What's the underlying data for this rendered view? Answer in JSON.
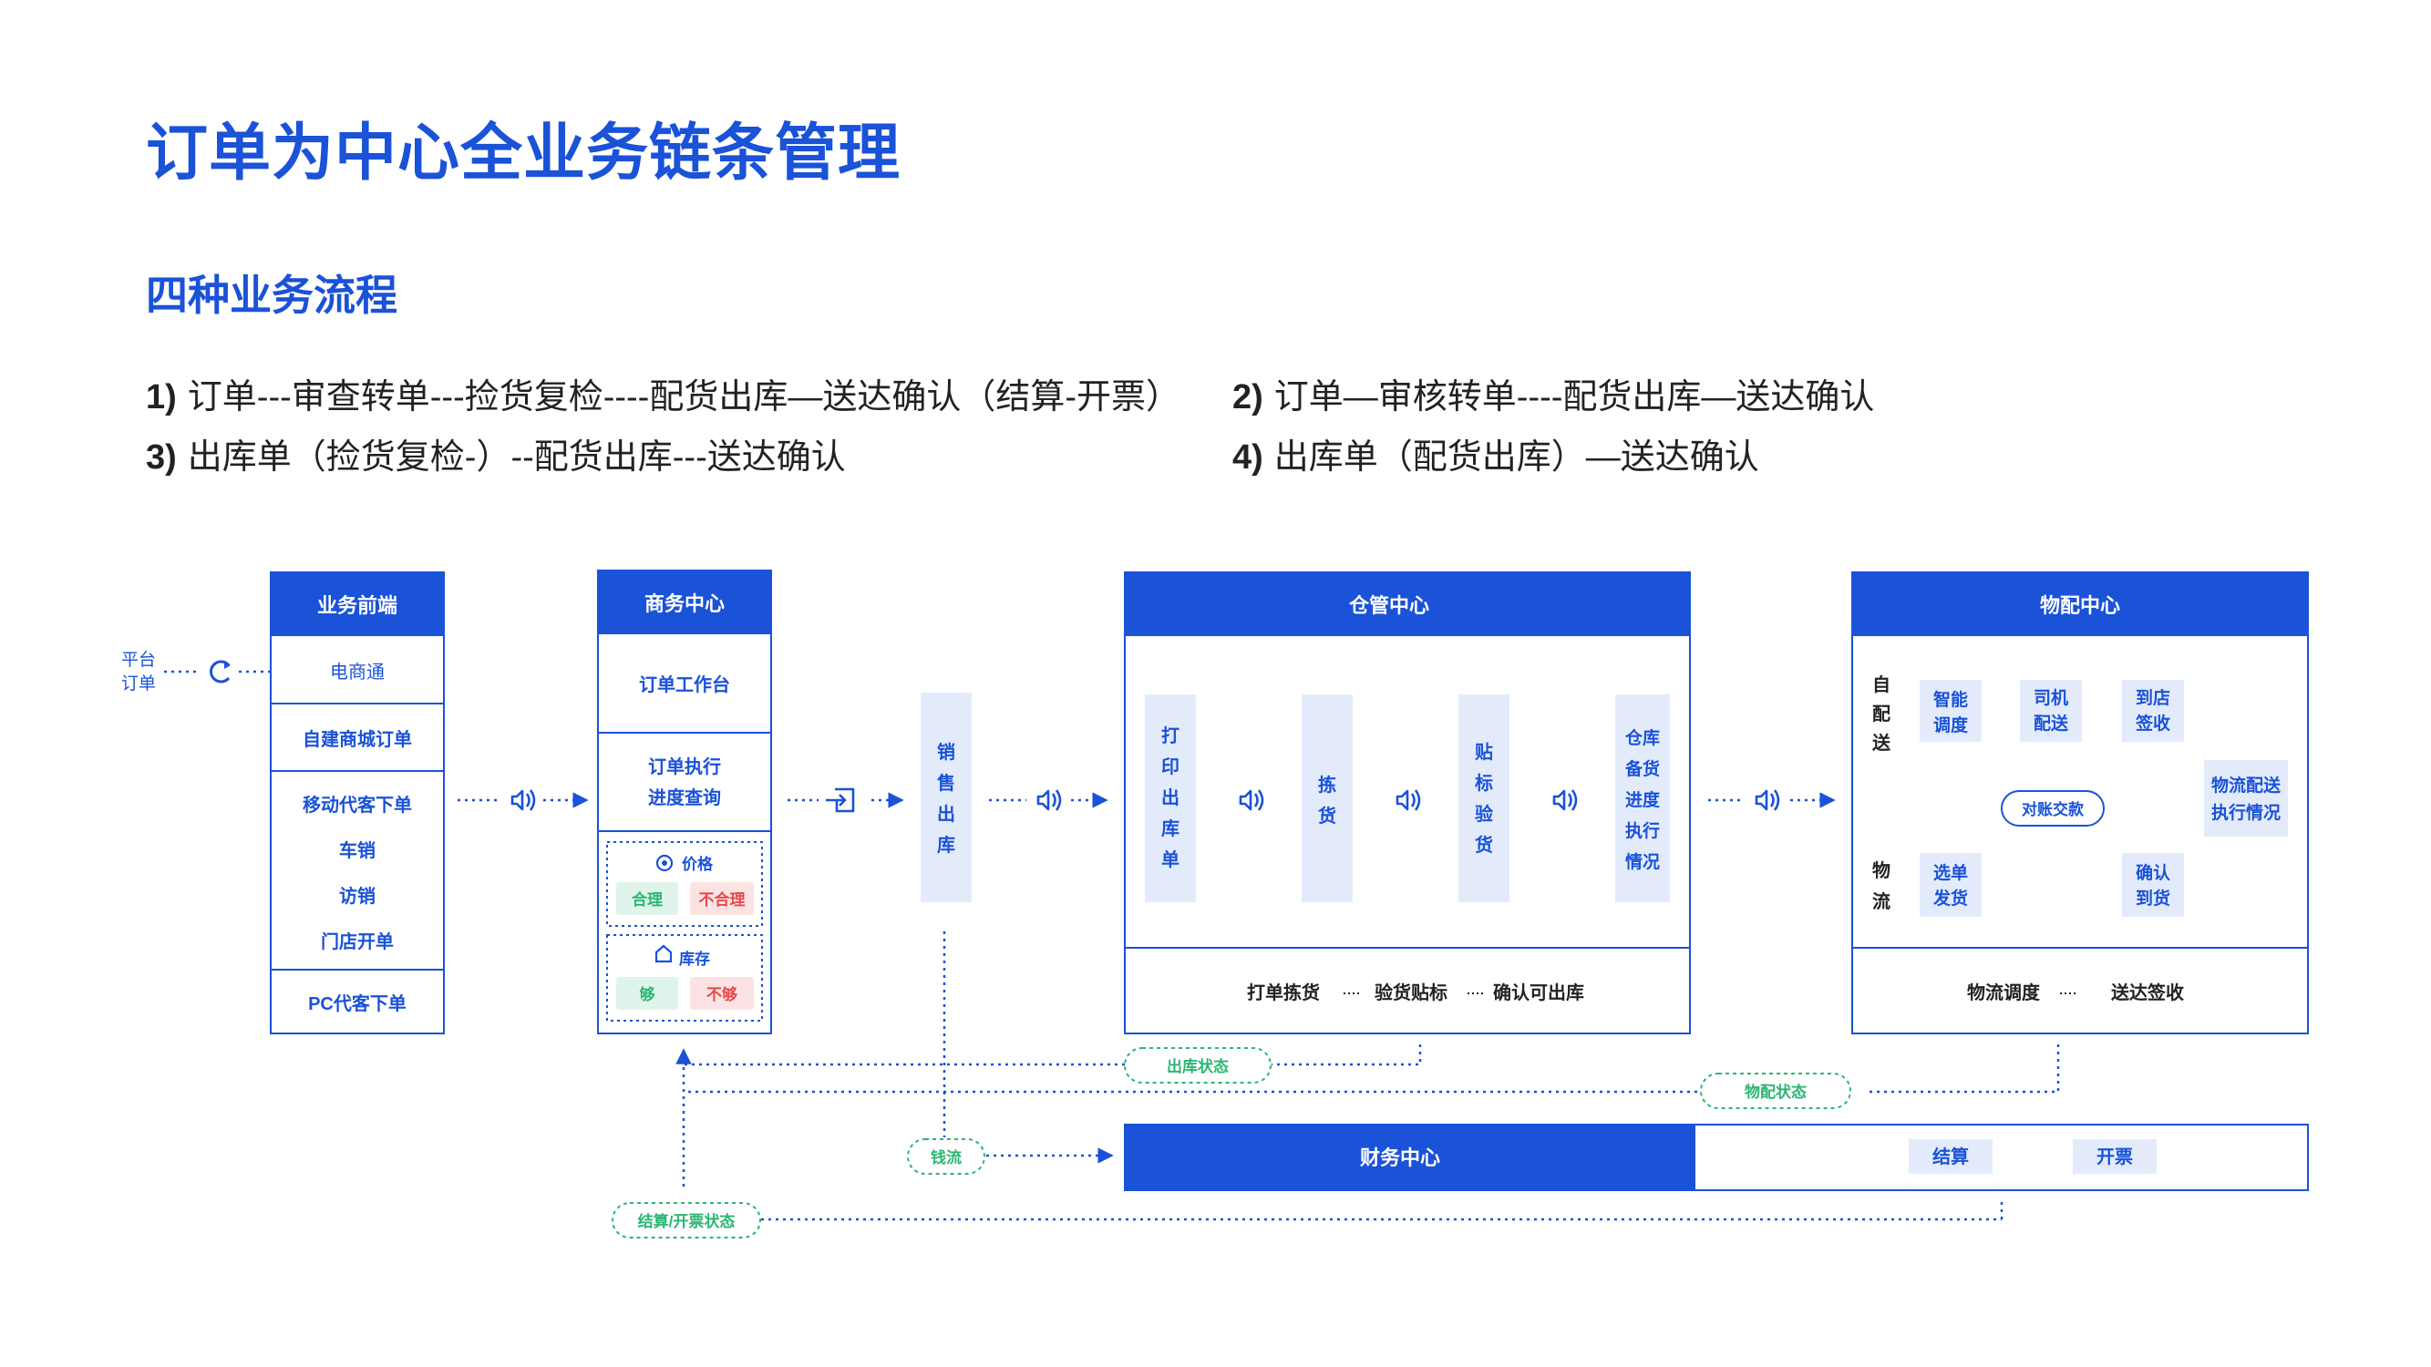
{
  "title": "订单为中心全业务链条管理",
  "subtitle": "四种业务流程",
  "flows": [
    {
      "num": "1)",
      "text": "订单---审查转单---捡货复检----配货出库—送达确认（结算-开票）"
    },
    {
      "num": "2)",
      "text": "订单—审核转单----配货出库—送达确认"
    },
    {
      "num": "3)",
      "text": "出库单（捡货复检-）--配货出库---送达确认"
    },
    {
      "num": "4)",
      "text": "出库单（配货出库）—送达确认"
    }
  ],
  "colors": {
    "primary": "#1a52d8",
    "light": "#e3ebfb",
    "green": "#2bb673",
    "greenBg": "#dff4ea",
    "red": "#e54848",
    "redBg": "#fbe3e3",
    "text": "#222222"
  },
  "diagram": {
    "platform": {
      "line1": "平台",
      "line2": "订单",
      "icon": "refresh-icon"
    },
    "business_front": {
      "header": "业务前端",
      "ecommerce": "电商通",
      "self_mall": "自建商城订单",
      "mobile": [
        "移动代客下单",
        "车销",
        "访销",
        "门店开单"
      ],
      "pc": "PC代客下单"
    },
    "commerce": {
      "header": "商务中心",
      "workbench": "订单工作台",
      "exec_line1": "订单执行",
      "exec_line2": "进度查询",
      "price": {
        "label": "价格",
        "ok": "合理",
        "bad": "不合理",
        "icon": "target-icon"
      },
      "stock": {
        "label": "库存",
        "ok": "够",
        "bad": "不够",
        "icon": "house-icon"
      }
    },
    "sales_out": [
      "销",
      "售",
      "出",
      "库"
    ],
    "warehouse": {
      "header": "仓管中心",
      "print": [
        "打",
        "印",
        "出",
        "库",
        "单"
      ],
      "pick": [
        "拣",
        "货"
      ],
      "label": [
        "贴",
        "标",
        "验",
        "货"
      ],
      "progress": [
        "仓库",
        "备货",
        "进度",
        "执行",
        "情况"
      ],
      "footer": [
        "打单拣货",
        "验货贴标",
        "确认可出库"
      ]
    },
    "logistics": {
      "header": "物配中心",
      "self_delivery": [
        "自",
        "配",
        "送"
      ],
      "logistics_side": [
        "物",
        "流"
      ],
      "smart": [
        "智能",
        "调度"
      ],
      "driver": [
        "司机",
        "配送"
      ],
      "sign": [
        "到店",
        "签收"
      ],
      "reconcile": "对账交款",
      "select": [
        "选单",
        "发货"
      ],
      "confirm": [
        "确认",
        "到货"
      ],
      "exec": [
        "物流配送",
        "执行情况"
      ],
      "footer": [
        "物流调度",
        "送达签收"
      ]
    },
    "finance": {
      "header": "财务中心",
      "settle": "结算",
      "invoice": "开票"
    },
    "status": {
      "out": "出库状态",
      "delivery": "物配状态",
      "cash": "钱流",
      "settle_invoice": "结算/开票状态"
    }
  }
}
